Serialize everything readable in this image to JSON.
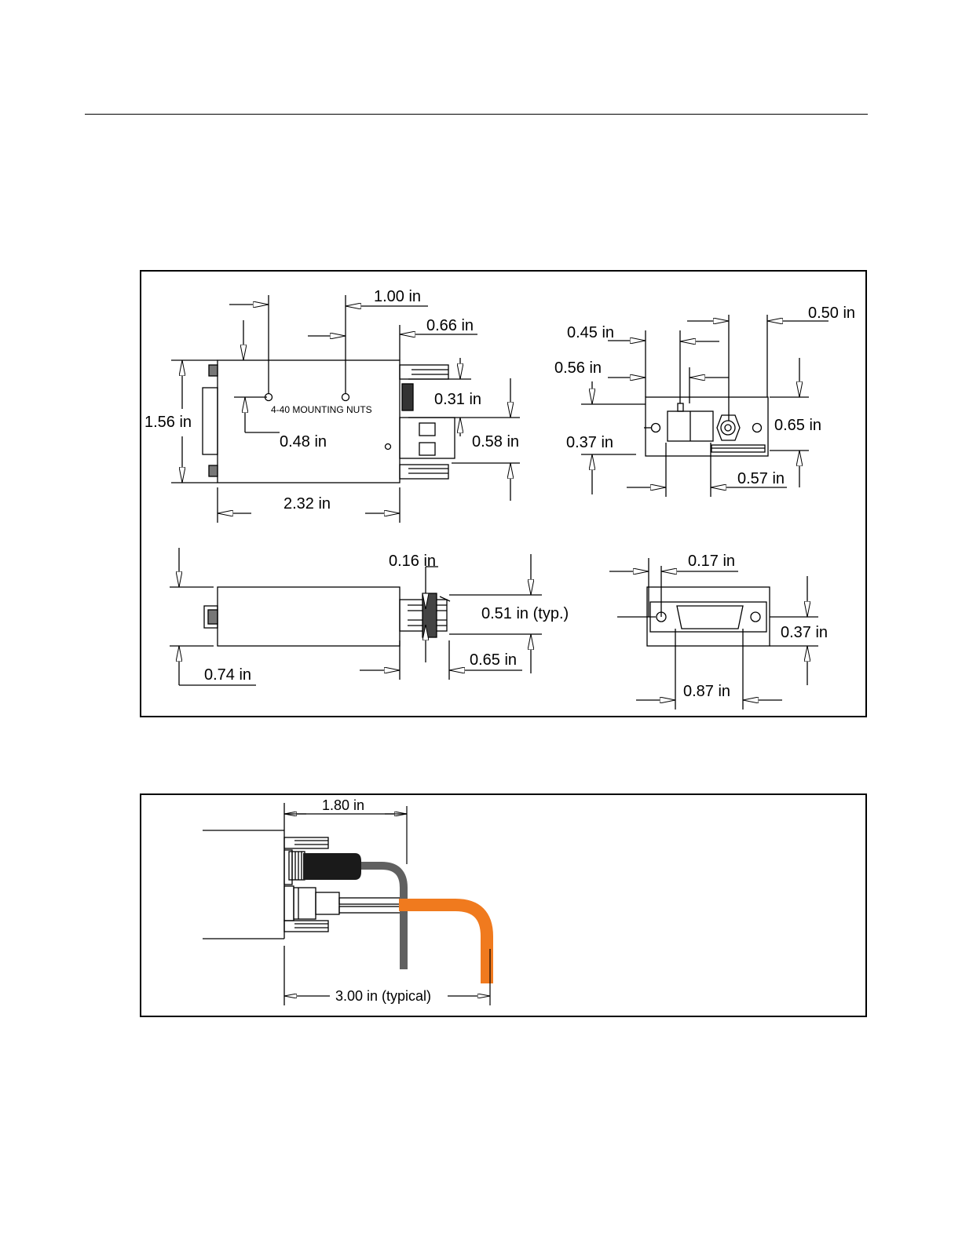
{
  "drawing": {
    "mounting_note": "4-40 MOUNTING NUTS",
    "top_view": {
      "d_1_56": "1.56 in",
      "d_1_00": "1.00 in",
      "d_0_66": "0.66 in",
      "d_0_31": "0.31 in",
      "d_0_58": "0.58 in",
      "d_0_48": "0.48 in",
      "d_2_32": "2.32 in"
    },
    "end_view_right": {
      "d_0_45": "0.45 in",
      "d_0_56": "0.56 in",
      "d_0_50": "0.50 in",
      "d_0_37": "0.37 in",
      "d_0_65": "0.65 in",
      "d_0_57": "0.57 in"
    },
    "side_view": {
      "d_0_16": "0.16 in",
      "d_0_51": "0.51 in (typ.)",
      "d_0_74": "0.74 in",
      "d_0_65": "0.65 in"
    },
    "end_view_db": {
      "d_0_17": "0.17 in",
      "d_0_37": "0.37 in",
      "d_0_87": "0.87 in"
    }
  },
  "cable": {
    "d_1_80": "1.80 in",
    "d_3_00": "3.00 in (typical)",
    "colors": {
      "fiber": "#f07a1e",
      "cable": "#606060",
      "boot": "#1a1a1a"
    }
  }
}
